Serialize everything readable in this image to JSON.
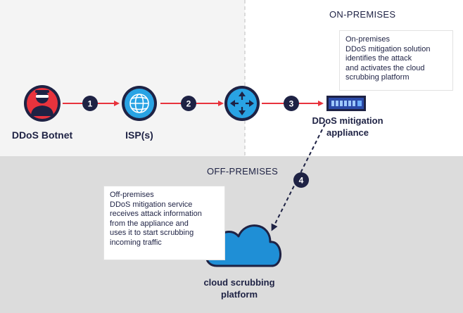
{
  "zones": {
    "on_premises": "ON-PREMISES",
    "off_premises": "OFF-PREMISES"
  },
  "nodes": {
    "botnet": "DDoS Botnet",
    "isp": "ISP(s)",
    "appliance_line1": "DDoS mitigation",
    "appliance_line2": "appliance",
    "cloud_line1": "cloud scrubbing",
    "cloud_line2": "platform"
  },
  "steps": [
    "1",
    "2",
    "3",
    "4"
  ],
  "notes": {
    "on_premises": [
      "On-premises",
      "DDoS mitigation solution",
      "identifies the attack",
      "and activates the cloud",
      "scrubbing platform"
    ],
    "off_premises": [
      "Off-premises",
      "DDoS mitigation service",
      "receives attack information",
      "from the appliance and",
      "uses it to start scrubbing",
      "incoming traffic"
    ]
  },
  "colors": {
    "navy": "#1e2244",
    "accent_red": "#e8333d",
    "blue": "#1f8fd6",
    "light_bg": "#f4f4f4",
    "gray_bg": "#dcdcdc"
  },
  "icons": [
    "hacker-icon",
    "globe-icon",
    "router-icon",
    "appliance-icon",
    "cloud-icon"
  ]
}
